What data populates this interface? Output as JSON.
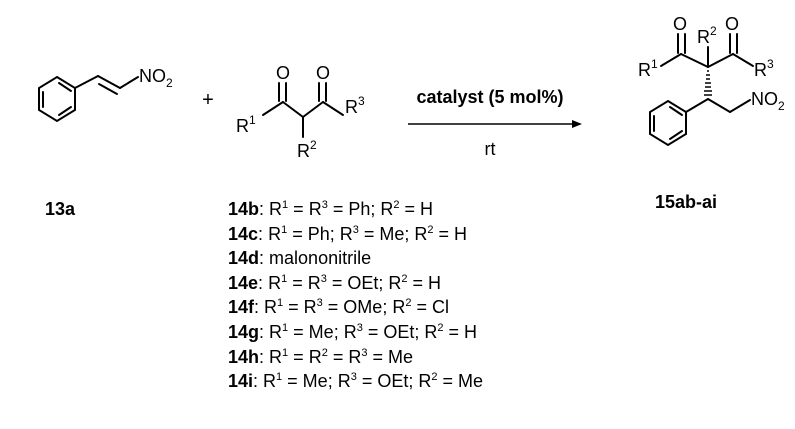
{
  "scheme": {
    "reactant_label": "13a",
    "nitro_group": "NO",
    "nitro_sub": "2",
    "plus": "+",
    "oxygen": "O",
    "r_symbol": "R",
    "r1": "1",
    "r2": "2",
    "r3": "3",
    "condition_top": "catalyst (5 mol%)",
    "condition_bottom": "rt",
    "product_label": "15ab-ai"
  },
  "substrates": [
    {
      "id": "14b",
      "desc": "R1 = R3 = Ph; R2 = H"
    },
    {
      "id": "14c",
      "desc": "R1 = Ph; R3 = Me; R2 = H"
    },
    {
      "id": "14d",
      "desc": "malononitrile"
    },
    {
      "id": "14e",
      "desc": "R1 = R3 = OEt; R2 = H"
    },
    {
      "id": "14f",
      "desc": "R1 = R3 = OMe; R2 = Cl"
    },
    {
      "id": "14g",
      "desc": "R1 = Me; R3 = OEt; R2 = H"
    },
    {
      "id": "14h",
      "desc": "R1 = R2 = R3 = Me"
    },
    {
      "id": "14i",
      "desc": "R1 = Me; R3 = OEt; R2 = Me"
    }
  ]
}
